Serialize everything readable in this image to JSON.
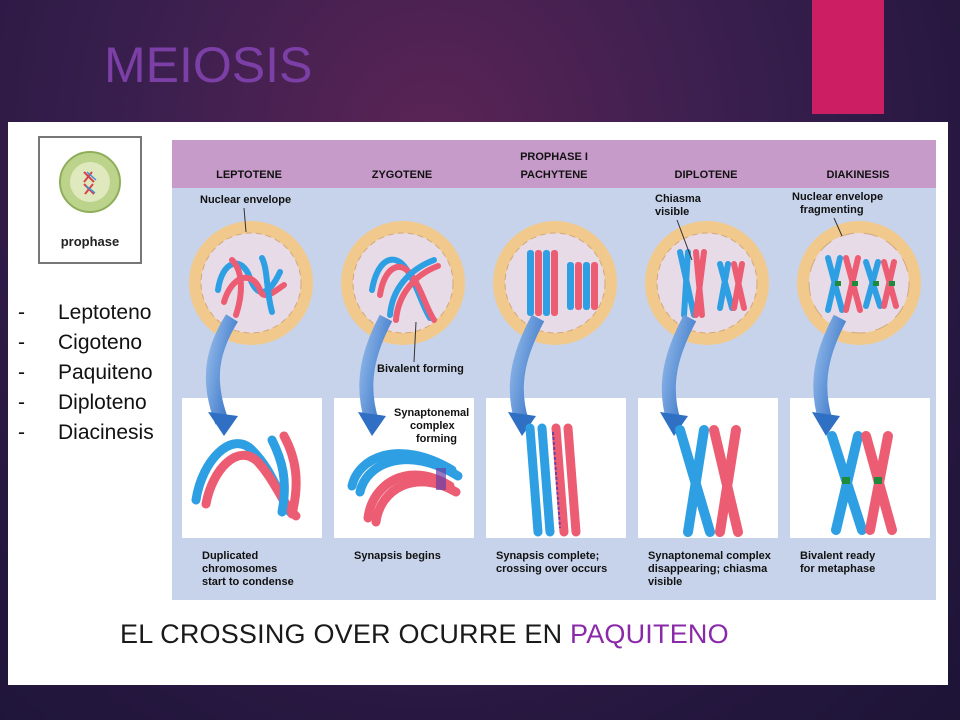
{
  "slide": {
    "title": "MEIOSIS"
  },
  "thumbnail": {
    "label": "prophase"
  },
  "stages_list": [
    {
      "dash": "-",
      "name": "Leptoteno"
    },
    {
      "dash": "-",
      "name": "Cigoteno"
    },
    {
      "dash": "-",
      "name": "Paquiteno"
    },
    {
      "dash": "-",
      "name": "Diploteno"
    },
    {
      "dash": "-",
      "name": "Diacinesis"
    }
  ],
  "figure": {
    "header": "PROPHASE I",
    "stages": [
      "LEPTOTENE",
      "ZYGOTENE",
      "PACHYTENE",
      "DIPLOTENE",
      "DIAKINESIS"
    ],
    "annotations": {
      "nuclear_envelope": "Nuclear envelope",
      "bivalent_forming": "Bivalent forming",
      "chiasma_line1": "Chiasma",
      "chiasma_line2": "visible",
      "fragment_line1": "Nuclear envelope",
      "fragment_line2": "fragmenting",
      "synapto_line1": "Synaptonemal",
      "synapto_line2": "complex",
      "synapto_line3": "forming"
    },
    "captions": [
      [
        "Duplicated",
        "chromosomes",
        "start to condense"
      ],
      [
        "Synapsis begins"
      ],
      [
        "Synapsis complete;",
        "crossing over occurs"
      ],
      [
        "Synaptonemal complex",
        "disappearing; chiasma",
        "visible"
      ],
      [
        "Bivalent ready",
        "for metaphase"
      ]
    ],
    "colors": {
      "header_bg": "#c79bc9",
      "body_bg": "#c7d3ea",
      "cell_ring": "#f2c98c",
      "nucleus": "#e8dbe8",
      "chrom_blue": "#2f9fe3",
      "chrom_red": "#ec5d73",
      "arrow": "#3f7fd0",
      "chiasma_green": "#1e8a3c"
    }
  },
  "statement": {
    "main": "EL CROSSING OVER OCURRE EN ",
    "highlight": "PAQUITENO"
  }
}
